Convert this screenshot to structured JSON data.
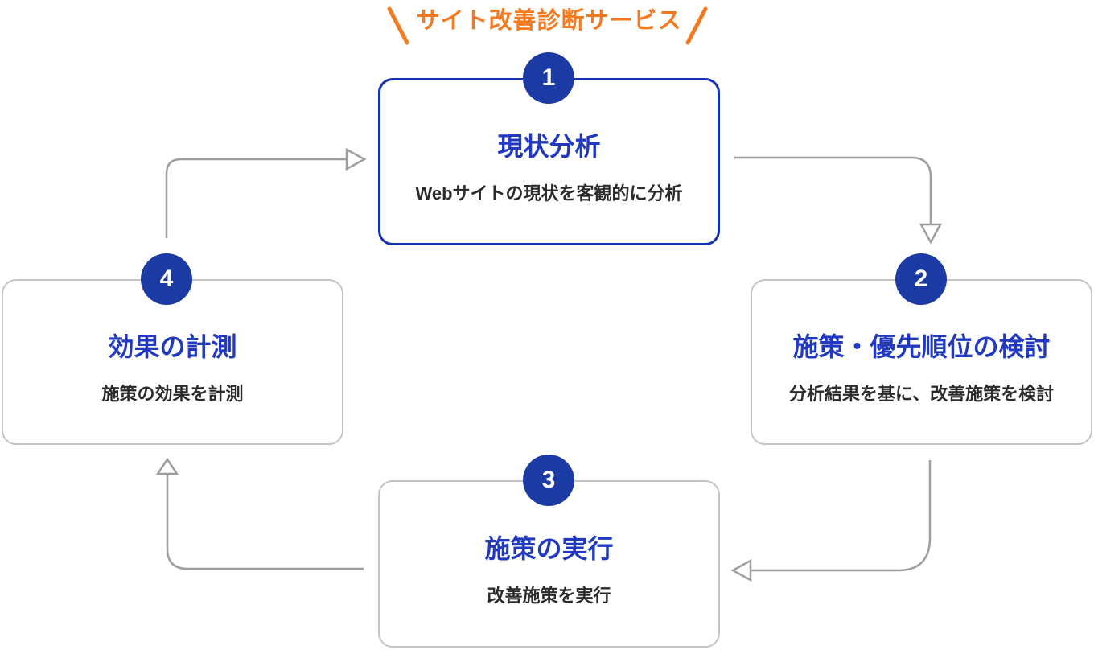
{
  "header": {
    "title": "サイト改善診断サービス"
  },
  "steps": [
    {
      "number": "1",
      "title": "現状分析",
      "description": "Webサイトの現状を客観的に分析"
    },
    {
      "number": "2",
      "title": "施策・優先順位の検討",
      "description": "分析結果を基に、改善施策を検討"
    },
    {
      "number": "3",
      "title": "施策の実行",
      "description": "改善施策を実行"
    },
    {
      "number": "4",
      "title": "効果の計測",
      "description": "施策の効果を計測"
    }
  ],
  "icons": {
    "left_slash": "accent-slash-left",
    "right_slash": "accent-slash-right",
    "arrows": [
      "arrow-step4-to-step1",
      "arrow-step1-to-step2",
      "arrow-step2-to-step3",
      "arrow-step3-to-step4"
    ]
  },
  "colors": {
    "accent_orange": "#f5791f",
    "badge_blue": "#1c3aa3",
    "highlight_border_blue": "#1530b0",
    "step_title_blue": "#2139c0",
    "box_border_gray": "#c4c4c4",
    "arrow_gray": "#9e9e9e",
    "description_text": "#2b2b2b"
  }
}
